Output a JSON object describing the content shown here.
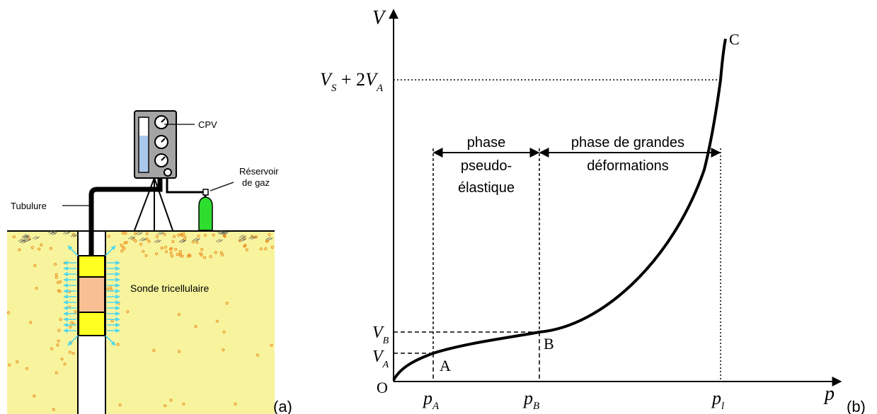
{
  "panel_a": {
    "tag": "(a)",
    "labels": {
      "cpv": "CPV",
      "reservoir_line1": "Réservoir",
      "reservoir_line2": "de gaz",
      "tubulure": "Tubulure",
      "sonde": "Sonde tricellulaire"
    },
    "colors": {
      "soil": "#f8f49e",
      "probe_cell": "#ffff22",
      "probe_middle": "#f8bf94",
      "gas_bottle": "#2ede2e",
      "cpv_body": "#a4a4a4",
      "tank_fill": "#a8c8ec",
      "arrows": "#4ed8ee",
      "pebbles": "#e98a18"
    }
  },
  "panel_b": {
    "tag": "(b)",
    "axis_y": "V",
    "axis_x": "p",
    "origin": "O",
    "y_ticks": [
      {
        "main": "V",
        "sub": "A"
      },
      {
        "main": "V",
        "sub": "B"
      },
      {
        "main": "V",
        "sub": "S",
        "rest": " + 2",
        "main2": "V",
        "sub2": "A"
      }
    ],
    "x_ticks": [
      {
        "main": "p",
        "sub": "A"
      },
      {
        "main": "p",
        "sub": "B"
      },
      {
        "main": "p",
        "sub": "l"
      }
    ],
    "points": {
      "A": "A",
      "B": "B",
      "C": "C"
    },
    "phase1": [
      "phase",
      "pseudo-",
      "élastique"
    ],
    "phase2": [
      "phase de grandes",
      "déformations"
    ]
  }
}
